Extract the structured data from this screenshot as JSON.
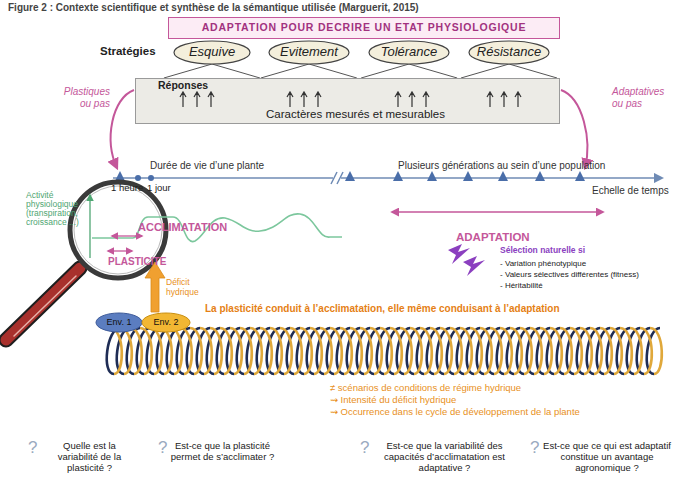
{
  "diagram": {
    "title": "Figure 2 : Contexte scientifique et synthèse de la sémantique utilisée (Marguerit, 2015)",
    "nodes": [
      {
        "text": [
          "ADAPTATION POUR DECRIRE UN ETAT PHYSIOLOGIQUE"
        ]
      },
      {
        "text": [
          "Esquive"
        ]
      },
      {
        "text": [
          "Evitement"
        ]
      },
      {
        "text": [
          "Tolérance"
        ]
      },
      {
        "text": [
          "Résistance"
        ]
      },
      {
        "text": [
          "Réponses",
          "Caractères mesurés et mesurables"
        ]
      },
      {
        "text": [
          "Env. 1"
        ]
      },
      {
        "text": [
          "Env. 2"
        ]
      }
    ],
    "edges": [
      {
        "from": 1,
        "to": 5,
        "arrow": "none"
      },
      {
        "from": 1,
        "to": 5,
        "arrow": "none"
      },
      {
        "from": 2,
        "to": 5,
        "arrow": "none"
      },
      {
        "from": 2,
        "to": 5,
        "arrow": "none"
      },
      {
        "from": 3,
        "to": 5,
        "arrow": "none"
      },
      {
        "from": 3,
        "to": 5,
        "arrow": "none"
      },
      {
        "from": 4,
        "to": 5,
        "arrow": "none"
      },
      {
        "from": 4,
        "to": 5,
        "arrow": "none"
      }
    ],
    "labels": [
      "Stratégies",
      "Plastiques ou pas",
      "Adaptatives ou pas",
      "Durée de vie d’une plante",
      "Plusieurs générations au sein d’une population",
      "1 heure",
      "1 jour",
      "Echelle de temps",
      "Activité physiologique (transpiration, croissance ...)",
      "ACCLIMATATION",
      "ADAPTATION",
      "PLASTICITE",
      "Sélection naturelle si",
      "- Variation phénotypique",
      "- Valeurs sélectives différentes (fitness)",
      "- Héritabilité",
      "Déficit hydrique",
      "La plasticité conduit à l’acclimatation, elle même conduisant à l’adaptation",
      "≠ scénarios de conditions de régime hydrique",
      "⇝ Intensité du déficit hydrique",
      "⇝ Occurrence dans le cycle de développement de la plante",
      "?",
      "Quelle est la variabilité de la plasticité ?",
      "?",
      "Est-ce que la plasticité permet de s’acclimater ?",
      "?",
      "Est-ce que la variabilité des capacités d’acclimatation est adaptative ?",
      "?",
      "Est-ce que ce qui est adaptatif constitue un avantage agronomique ?"
    ]
  }
}
